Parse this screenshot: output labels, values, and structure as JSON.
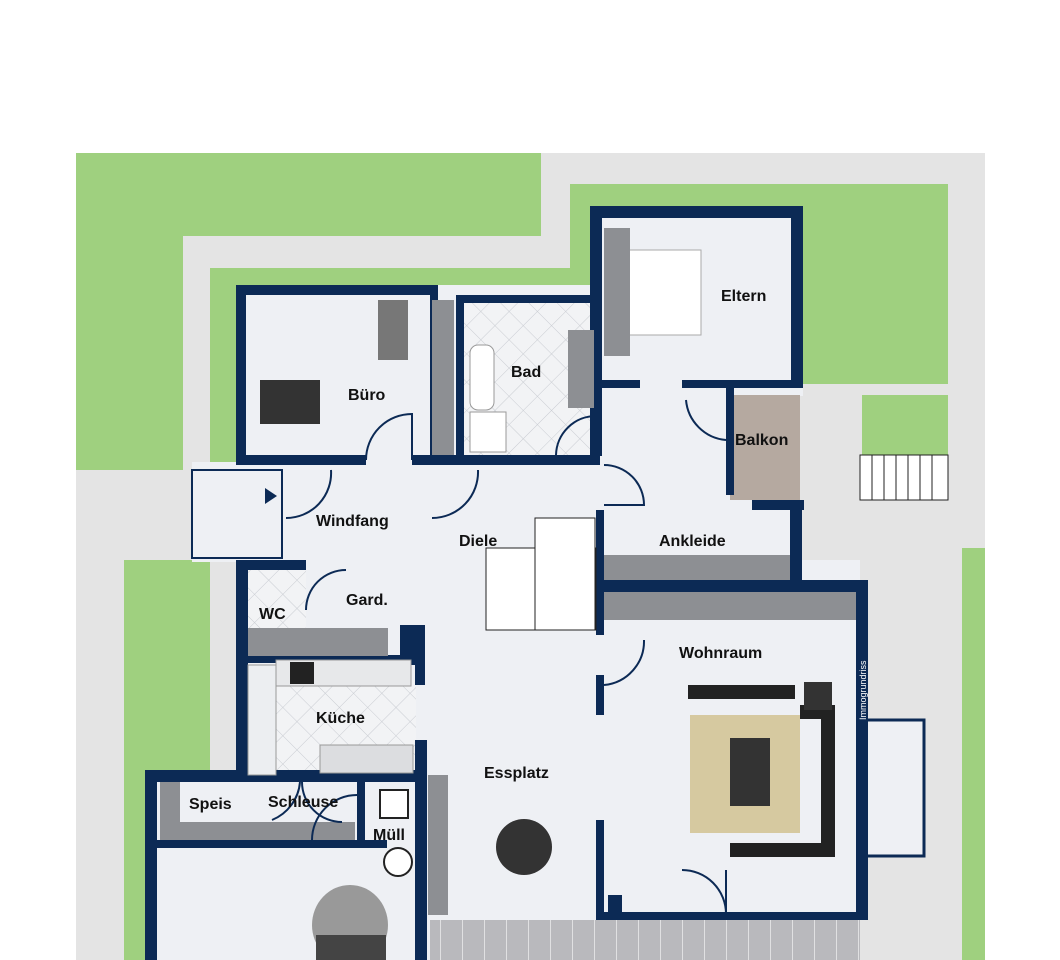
{
  "plan": {
    "watermark": "Immogrundriss",
    "rooms": {
      "buero": "Büro",
      "bad": "Bad",
      "eltern": "Eltern",
      "balkon": "Balkon",
      "windfang": "Windfang",
      "diele": "Diele",
      "ankleide": "Ankleide",
      "wc": "WC",
      "gard": "Gard.",
      "wohnraum": "Wohnraum",
      "kueche": "Küche",
      "essplatz": "Essplatz",
      "speis": "Speis",
      "schleuse": "Schleuse",
      "muell": "Müll"
    }
  },
  "colors": {
    "wall": "#0c2a55",
    "floor": "#eef0f4",
    "grass": "#9fd07f",
    "path": "#e4e4e4"
  }
}
